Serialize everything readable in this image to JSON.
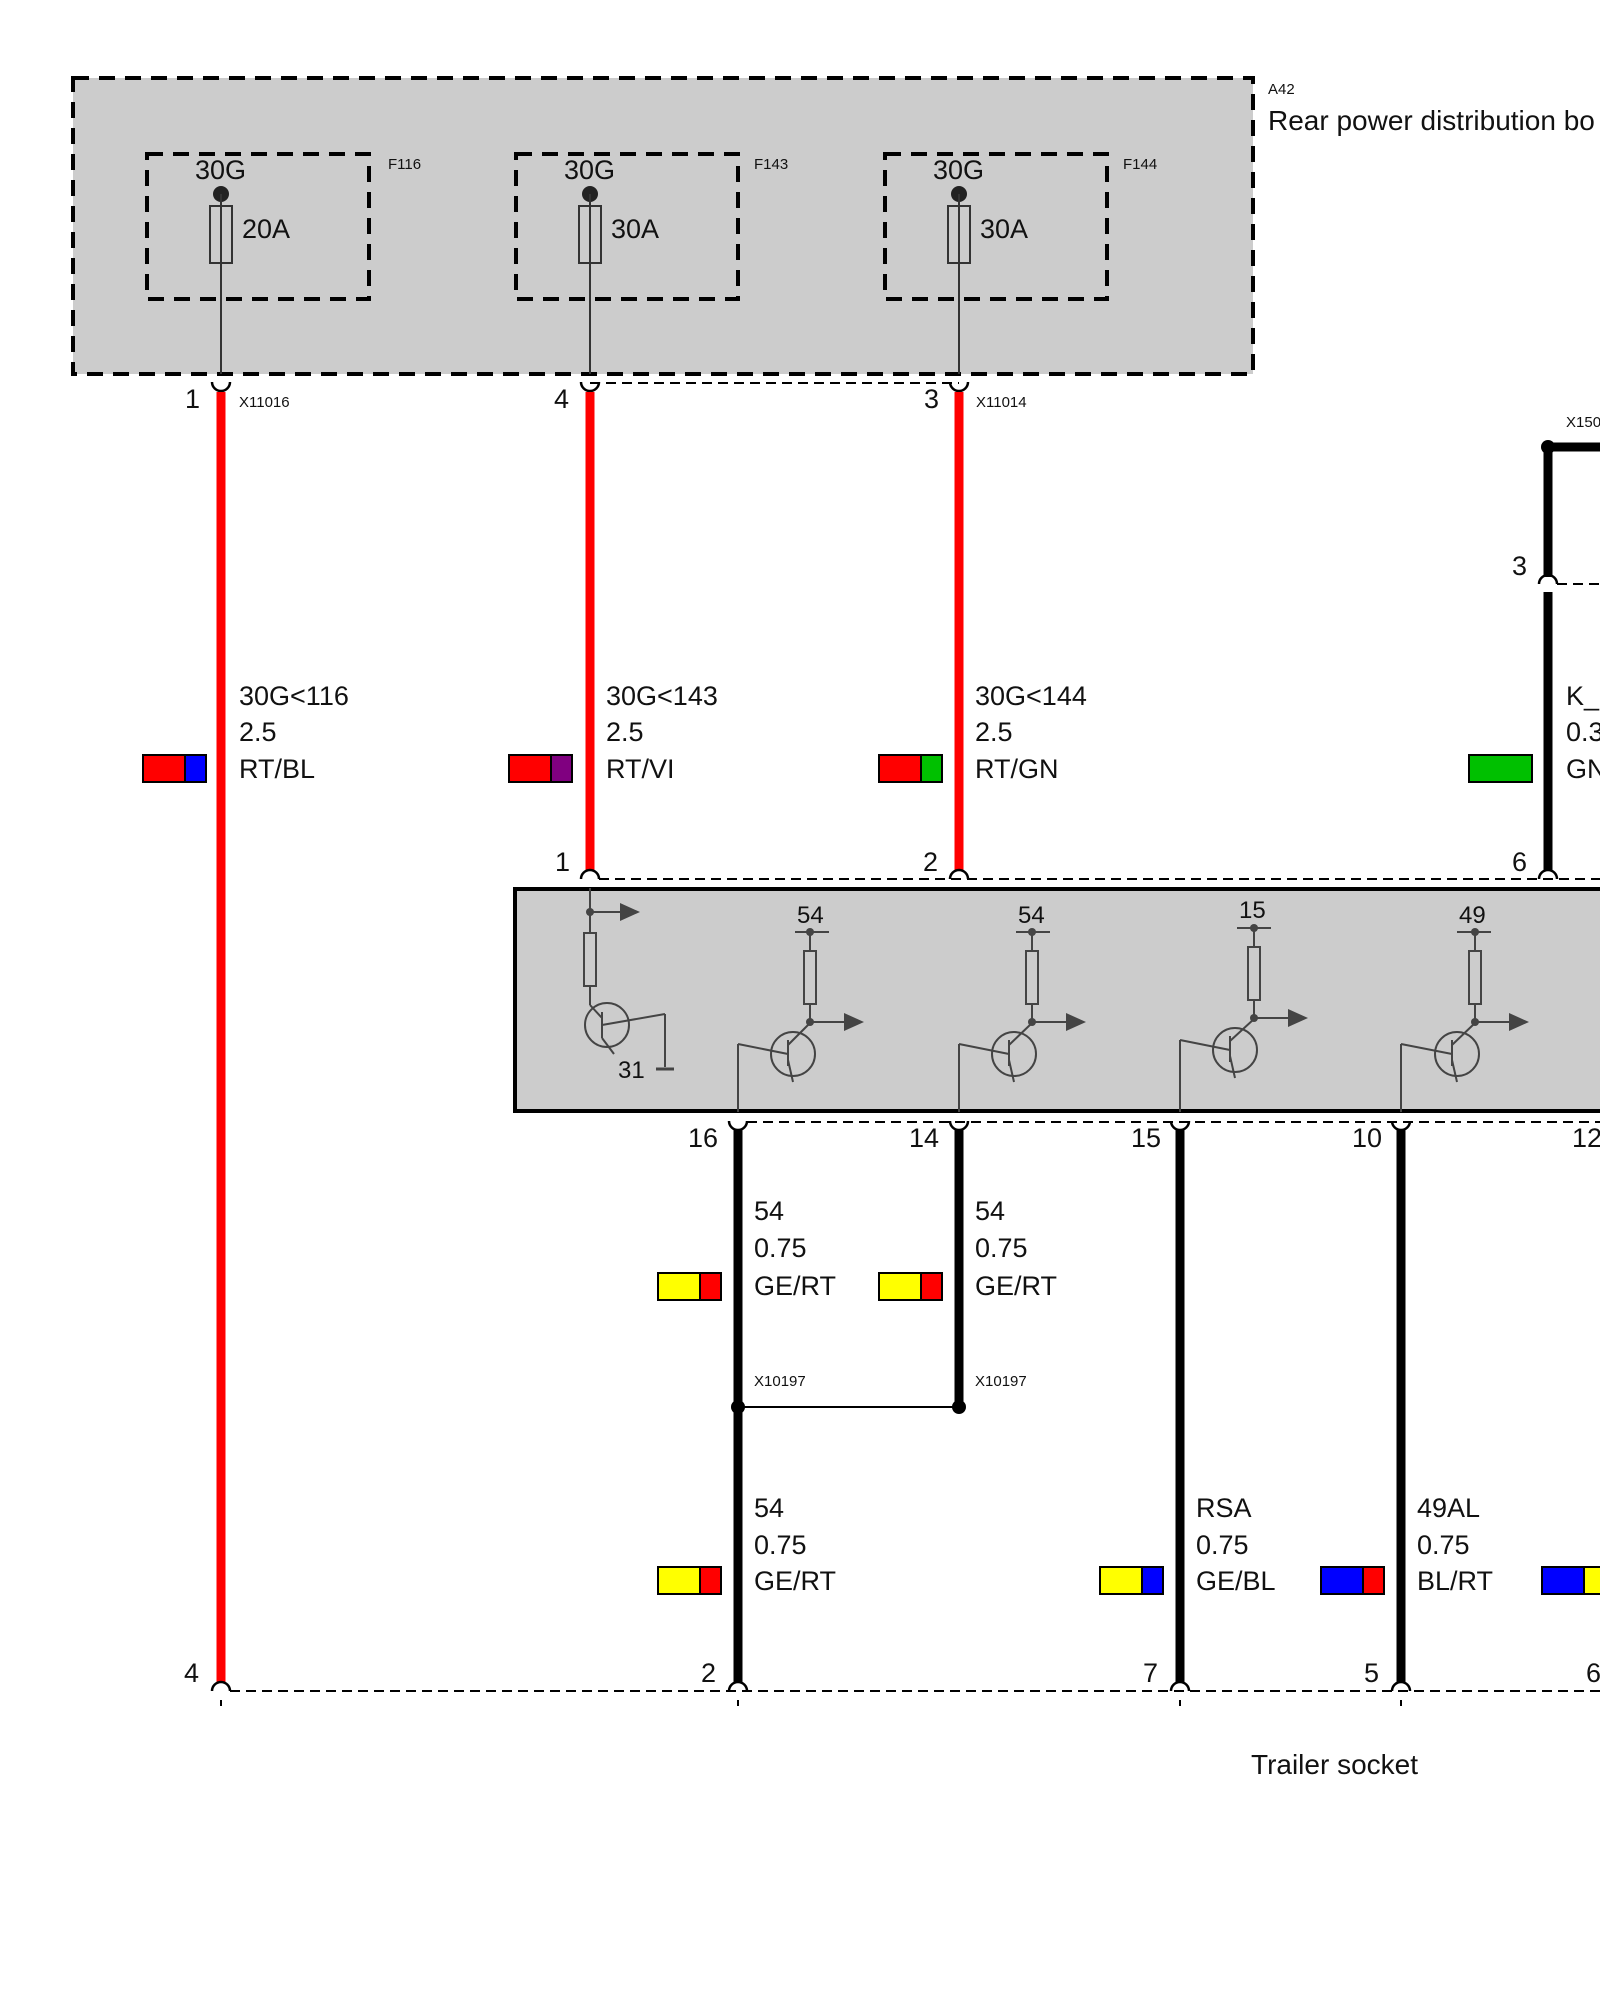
{
  "module_a42": {
    "id": "A42",
    "title": "Rear power distribution bo",
    "fuses": [
      {
        "id": "F116",
        "terminal": "30G",
        "rating": "20A"
      },
      {
        "id": "F143",
        "terminal": "30G",
        "rating": "30A"
      },
      {
        "id": "F144",
        "terminal": "30G",
        "rating": "30A"
      }
    ]
  },
  "pins_a42": {
    "p1": "1",
    "p4": "4",
    "p3": "3",
    "conn_left": "X11016",
    "conn_right": "X11014"
  },
  "right_conn": {
    "id": "X150",
    "pin_top": "3",
    "pin_bottom": "6"
  },
  "wires_top": [
    {
      "signal": "30G<116",
      "size": "2.5",
      "color_code": "RT/BL",
      "swatch": [
        "#ff0000",
        "#0000ff"
      ]
    },
    {
      "signal": "30G<143",
      "size": "2.5",
      "color_code": "RT/VI",
      "swatch": [
        "#ff0000",
        "#800080"
      ]
    },
    {
      "signal": "30G<144",
      "size": "2.5",
      "color_code": "RT/GN",
      "swatch": [
        "#ff0000",
        "#00c000"
      ]
    },
    {
      "signal": "K_",
      "size": "0.3",
      "color_code": "GN",
      "swatch": [
        "#00c000"
      ]
    }
  ],
  "control_module": {
    "pins_top": [
      "1",
      "2",
      "6"
    ],
    "outputs": [
      "54",
      "54",
      "15",
      "49"
    ],
    "ground": "31",
    "pins_bottom": [
      "16",
      "14",
      "15",
      "10",
      "12"
    ]
  },
  "wires_mid": [
    {
      "signal": "54",
      "size": "0.75",
      "color_code": "GE/RT",
      "swatch": [
        "#ffff00",
        "#ff0000"
      ]
    },
    {
      "signal": "54",
      "size": "0.75",
      "color_code": "GE/RT",
      "swatch": [
        "#ffff00",
        "#ff0000"
      ]
    }
  ],
  "splice": {
    "left": "X10197",
    "right": "X10197"
  },
  "wires_bottom": [
    {
      "signal": "54",
      "size": "0.75",
      "color_code": "GE/RT",
      "swatch": [
        "#ffff00",
        "#ff0000"
      ]
    },
    {
      "signal": "RSA",
      "size": "0.75",
      "color_code": "GE/BL",
      "swatch": [
        "#ffff00",
        "#0000ff"
      ]
    },
    {
      "signal": "49AL",
      "size": "0.75",
      "color_code": "BL/RT",
      "swatch": [
        "#0000ff",
        "#ff0000"
      ]
    },
    {
      "signal": "",
      "size": "",
      "color_code": "",
      "swatch": [
        "#0000ff",
        "#ffff00"
      ]
    }
  ],
  "trailer_socket": {
    "title": "Trailer socket",
    "pins": [
      "4",
      "2",
      "7",
      "5",
      "6"
    ]
  },
  "colors": {
    "power_wire": "#ff0000",
    "signal_wire": "#000000",
    "module_fill": "#cccccc"
  }
}
